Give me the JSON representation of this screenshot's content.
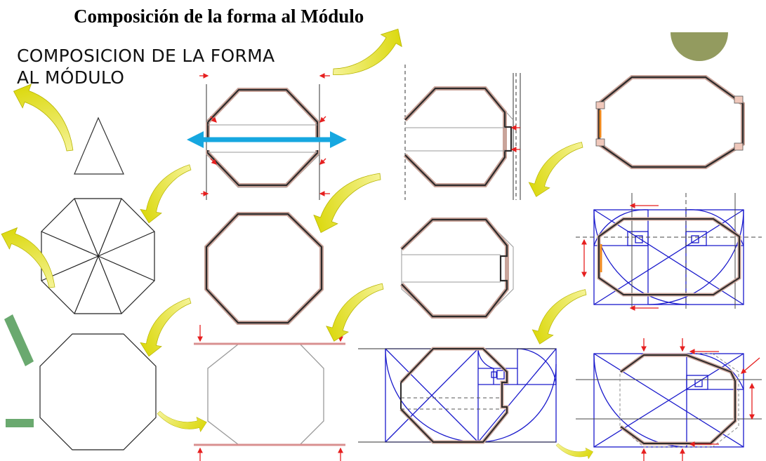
{
  "page": {
    "title": "Composición de la forma al Módulo",
    "subtitle_line1": "COMPOSICION DE LA FORMA",
    "subtitle_line2": "AL MÓDULO"
  },
  "colors": {
    "accent_circle": "#939b5f",
    "accent_bar": "#6aa96f",
    "wall_fill": "#c9a49a",
    "wall_stroke": "#2d2b2b",
    "blue_construction": "#1a1acc",
    "double_arrow": "#16a7e0",
    "red_marks": "#e61f1f",
    "curved_arrow": "#e9e81b"
  },
  "icons": [
    "curved-arrow-icon",
    "double-arrow-icon",
    "dimension-arrow-icon"
  ]
}
